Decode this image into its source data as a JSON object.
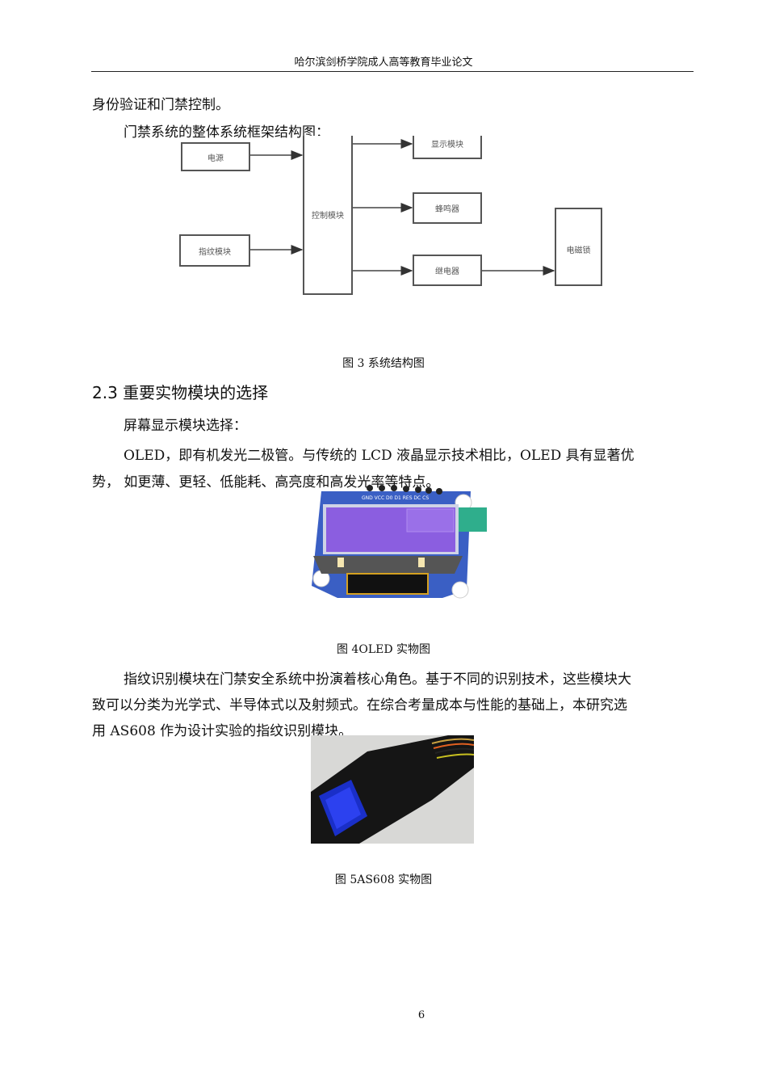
{
  "header": "哈尔滨剑桥学院成人高等教育毕业论文",
  "paragraphs": {
    "p1": "身份验证和门禁控制。",
    "p2": "门禁系统的整体系统框架结构图：",
    "p3": "屏幕显示模块选择：",
    "p4a": "OLED，即有机发光二极管。与传统的  LCD 液晶显示技术相比，OLED 具有显著优",
    "p4b": "势，  如更薄、更轻、低能耗、高亮度和高发光率等特点。",
    "p5a": "指纹识别模块在门禁安全系统中扮演着核心角色。基于不同的识别技术，这些模块大",
    "p5b": "致可以分类为光学式、半导体式以及射频式。在综合考量成本与性能的基础上，本研究选",
    "p5c": "用  AS608 作为设计实验的指纹识别模块。"
  },
  "diagram": {
    "power": "电源",
    "fingerprint": "指纹模块",
    "control": "控制模块",
    "display": "显示模块",
    "buzzer": "蜂鸣器",
    "relay": "继电器",
    "lock": "电磁锁"
  },
  "captions": {
    "fig3": "图  3 系统结构图",
    "fig4": "图  4OLED 实物图",
    "fig5": "图  5AS608 实物图"
  },
  "section_heading": "2.3  重要实物模块的选择",
  "oled_pins": "GND VCC D0 D1 RES DC CS",
  "page_number": "6"
}
